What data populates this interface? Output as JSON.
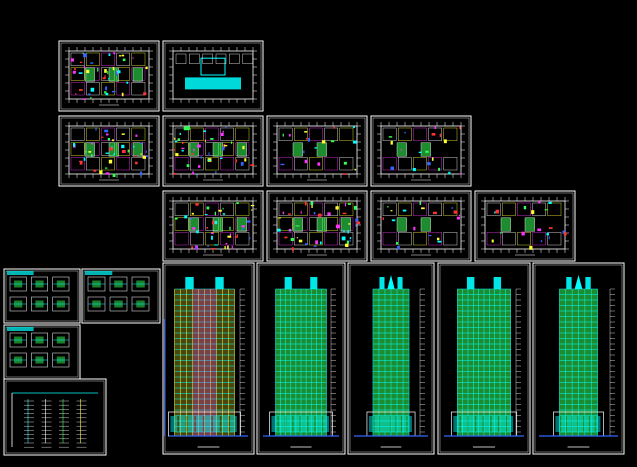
{
  "drawing": {
    "colors": {
      "background": "#000000",
      "frame": "#ffffff",
      "cyan": "#00ffff",
      "green": "#33ff55",
      "yellow": "#ffff33",
      "magenta": "#ff33ff",
      "red": "#ff3333",
      "blue": "#3366ff",
      "white": "#ffffff"
    },
    "sheets": [
      {
        "name": "sheet-plan-1",
        "kind": "plan"
      },
      {
        "name": "sheet-plan-2",
        "kind": "plan-cyan"
      },
      {
        "name": "sheet-plan-3",
        "kind": "plan"
      },
      {
        "name": "sheet-plan-4",
        "kind": "plan"
      },
      {
        "name": "sheet-plan-5",
        "kind": "plan-outline"
      },
      {
        "name": "sheet-plan-6",
        "kind": "plan-outline"
      },
      {
        "name": "sheet-plan-7",
        "kind": "plan"
      },
      {
        "name": "sheet-plan-8",
        "kind": "plan"
      },
      {
        "name": "sheet-plan-9",
        "kind": "plan-outline"
      },
      {
        "name": "sheet-plan-10",
        "kind": "plan-outline"
      },
      {
        "name": "sheet-detail-1",
        "kind": "detail"
      },
      {
        "name": "sheet-detail-2",
        "kind": "detail"
      },
      {
        "name": "sheet-detail-3",
        "kind": "detail"
      },
      {
        "name": "sheet-section",
        "kind": "section"
      },
      {
        "name": "sheet-elevation-1",
        "kind": "elevation-dense"
      },
      {
        "name": "sheet-elevation-2",
        "kind": "elevation"
      },
      {
        "name": "sheet-elevation-3",
        "kind": "elevation-narrow"
      },
      {
        "name": "sheet-elevation-4",
        "kind": "elevation"
      },
      {
        "name": "sheet-elevation-5",
        "kind": "elevation-narrow"
      }
    ]
  }
}
